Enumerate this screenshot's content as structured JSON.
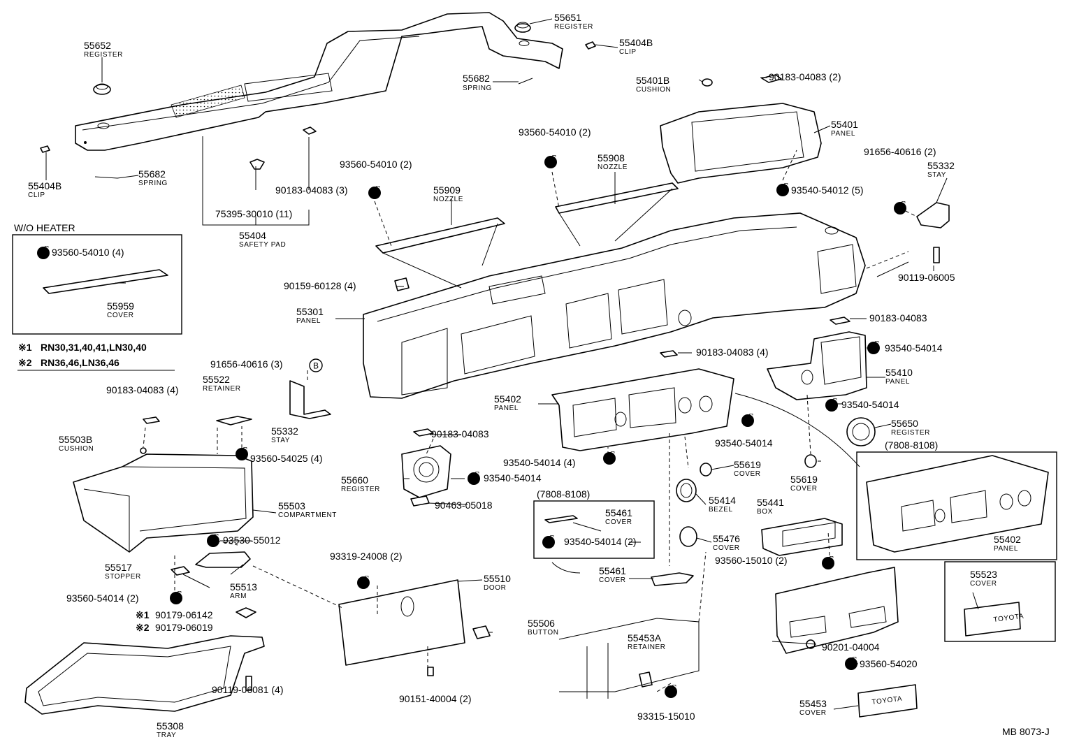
{
  "diagram_code": "MB 8073-J",
  "boxes": {
    "wo_heater": "W/O HEATER",
    "range_1": "(7808-8108)",
    "range_2": "(7808-8108)"
  },
  "notes": {
    "note1_mark": "※1",
    "note1_text": "RN30,31,40,41,LN30,40",
    "note2_mark": "※2",
    "note2_text": "RN36,46,LN36,46"
  },
  "symbols": {
    "s": "S",
    "b": "B"
  },
  "parts": {
    "p55651": {
      "num": "55651",
      "name": "REGISTER"
    },
    "p55652": {
      "num": "55652",
      "name": "REGISTER"
    },
    "p55404b_a": {
      "num": "55404B",
      "name": "CLIP"
    },
    "p55404b_b": {
      "num": "55404B",
      "name": "CLIP"
    },
    "p55682_a": {
      "num": "55682",
      "name": "SPRING"
    },
    "p55682_b": {
      "num": "55682",
      "name": "SPRING"
    },
    "p55401b": {
      "num": "55401B",
      "name": "CUSHION"
    },
    "p90183_2": {
      "num": "90183-04083 (2)"
    },
    "p55401": {
      "num": "55401",
      "name": "PANEL"
    },
    "p93560_t": {
      "num": "93560-54010 (2)"
    },
    "p55908": {
      "num": "55908",
      "name": "NOZZLE"
    },
    "p93560_2": {
      "num": "93560-54010 (2)"
    },
    "p55909": {
      "num": "55909",
      "name": "NOZZLE"
    },
    "p90183_3": {
      "num": "90183-04083 (3)"
    },
    "p75395": {
      "num": "75395-30010 (11)"
    },
    "p55404": {
      "num": "55404",
      "name": "SAFETY PAD"
    },
    "p93540_5": {
      "num": "93540-54012 (5)"
    },
    "p91656_2": {
      "num": "91656-40616 (2)"
    },
    "p55332_a": {
      "num": "55332",
      "name": "STAY"
    },
    "p90119_06005": {
      "num": "90119-06005"
    },
    "p93560_4": {
      "num": "93560-54010 (4)"
    },
    "p55959": {
      "num": "55959",
      "name": "COVER"
    },
    "p90159": {
      "num": "90159-60128 (4)"
    },
    "p55301": {
      "num": "55301",
      "name": "PANEL"
    },
    "p90183_single_a": {
      "num": "90183-04083"
    },
    "p90183_4a": {
      "num": "90183-04083 (4)"
    },
    "p93540_14a": {
      "num": "93540-54014"
    },
    "p55410": {
      "num": "55410",
      "name": "PANEL"
    },
    "p93540_14b": {
      "num": "93540-54014"
    },
    "p91656_3": {
      "num": "91656-40616 (3)"
    },
    "p55522": {
      "num": "55522",
      "name": "RETAINER"
    },
    "p90183_4b": {
      "num": "90183-04083 (4)"
    },
    "p55332_b": {
      "num": "55332",
      "name": "STAY"
    },
    "p55402_a": {
      "num": "55402",
      "name": "PANEL"
    },
    "p55650": {
      "num": "55650",
      "name": "REGISTER"
    },
    "p55503b": {
      "num": "55503B",
      "name": "CUSHION"
    },
    "p93560_25": {
      "num": "93560-54025 (4)"
    },
    "p90183_single_b": {
      "num": "90183-04083"
    },
    "p93540_14c": {
      "num": "93540-54014"
    },
    "p93540_14d": {
      "num": "93540-54014 (4)"
    },
    "p55619_a": {
      "num": "55619",
      "name": "COVER"
    },
    "p55619_b": {
      "num": "55619",
      "name": "COVER"
    },
    "p55660": {
      "num": "55660",
      "name": "REGISTER"
    },
    "p93540_14e": {
      "num": "93540-54014"
    },
    "p90463": {
      "num": "90463-05018"
    },
    "p55414": {
      "num": "55414",
      "name": "BEZEL"
    },
    "p55441": {
      "num": "55441",
      "name": "BOX"
    },
    "p55503": {
      "num": "55503",
      "name": "COMPARTMENT"
    },
    "p55461_a": {
      "num": "55461",
      "name": "COVER"
    },
    "p93540_2": {
      "num": "93540-54014 (2)"
    },
    "p55476": {
      "num": "55476",
      "name": "COVER"
    },
    "p93530": {
      "num": "93530-55012"
    },
    "p93560_15010": {
      "num": "93560-15010 (2)"
    },
    "p55402_b": {
      "num": "55402",
      "name": "PANEL"
    },
    "p93319": {
      "num": "93319-24008 (2)"
    },
    "p55510": {
      "num": "55510",
      "name": "DOOR"
    },
    "p55517": {
      "num": "55517",
      "name": "STOPPER"
    },
    "p55513": {
      "num": "55513",
      "name": "ARM"
    },
    "p55461_b": {
      "num": "55461",
      "name": "COVER"
    },
    "p55523": {
      "num": "55523",
      "name": "COVER"
    },
    "p93560_14": {
      "num": "93560-54014 (2)"
    },
    "p90179_a": {
      "num": "90179-06142"
    },
    "p90179_b": {
      "num": "90179-06019"
    },
    "p55506": {
      "num": "55506",
      "name": "BUTTON"
    },
    "p55453a": {
      "num": "55453A",
      "name": "RETAINER"
    },
    "p90201": {
      "num": "90201-04004"
    },
    "p93560_20": {
      "num": "93560-54020"
    },
    "p90119_06081": {
      "num": "90119-06081 (4)"
    },
    "p90151": {
      "num": "90151-40004 (2)"
    },
    "p55308": {
      "num": "55308",
      "name": "TRAY"
    },
    "p93315": {
      "num": "93315-15010"
    },
    "p55453": {
      "num": "55453",
      "name": "COVER"
    }
  },
  "emblems": {
    "toyota_a": "TOYOTA",
    "toyota_b": "TOYOTA"
  }
}
